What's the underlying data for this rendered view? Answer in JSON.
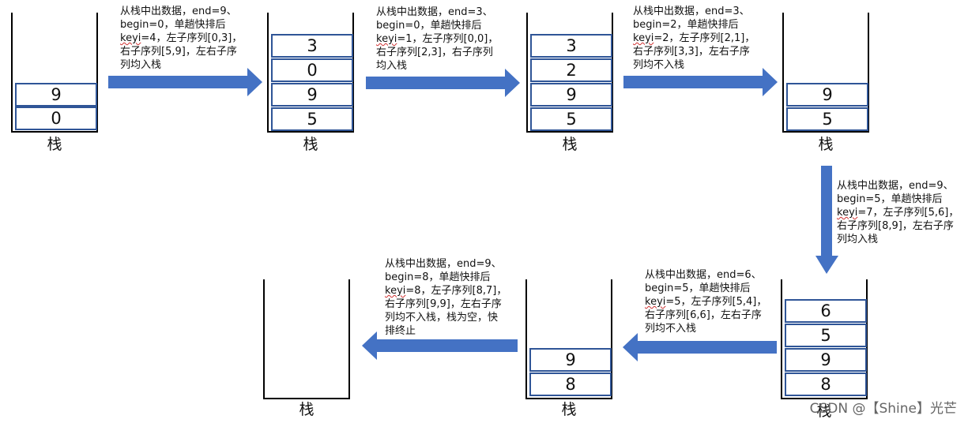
{
  "stack_label": "栈",
  "stacks": {
    "s1": {
      "items": [
        "9",
        "0"
      ]
    },
    "s2": {
      "items": [
        "3",
        "0",
        "9",
        "5"
      ]
    },
    "s3": {
      "items": [
        "3",
        "2",
        "9",
        "5"
      ]
    },
    "s4": {
      "items": [
        "9",
        "5"
      ]
    },
    "s5": {
      "items": [
        "6",
        "5",
        "9",
        "8"
      ]
    },
    "s6": {
      "items": [
        "9",
        "8"
      ]
    },
    "s7": {
      "items": []
    }
  },
  "notes": {
    "n1": {
      "l1": "从栈中出数据，end=9、",
      "l2": "begin=0，单趟快排后",
      "k": "keyi",
      "l3": "=4，左子序列[0,3]，",
      "l4": "右子序列[5,9]，左右子序",
      "l5": "列均入栈"
    },
    "n2": {
      "l1": "从栈中出数据，end=3、",
      "l2": "begin=0，单趟快排后",
      "k": "keyi",
      "l3": "=1，左子序列[0,0]，",
      "l4": "右子序列[2,3]，右子序列",
      "l5": "均入栈"
    },
    "n3": {
      "l1": "从栈中出数据，end=3、",
      "l2": "begin=2，单趟快排后",
      "k": "keyi",
      "l3": "=2，左子序列[2,1]，",
      "l4": "右子序列[3,3]，左右子序",
      "l5": "列均不入栈"
    },
    "n4": {
      "l1": "从栈中出数据，end=9、",
      "l2": "begin=5，单趟快排后",
      "k": "keyi",
      "l3": "=7，左子序列[5,6]，",
      "l4": "右子序列[8,9]，左右子序",
      "l5": "列均入栈"
    },
    "n5": {
      "l1": "从栈中出数据，end=6、",
      "l2": "begin=5，单趟快排后",
      "k": "keyi",
      "l3": "=5，左子序列[5,4]，",
      "l4": "右子序列[6,6]，左右子序",
      "l5": "列均不入栈"
    },
    "n6": {
      "l1": "从栈中出数据，end=9、",
      "l2": "begin=8，单趟快排后",
      "k": "keyi",
      "l3": "=8，左子序列[8,7]，",
      "l4": "右子序列[9,9]，左右子序",
      "l5": "列均不入栈，栈为空，快",
      "l6": "排终止"
    }
  },
  "watermark": "CSDN @【Shine】光芒",
  "colors": {
    "arrow": "#4472c4",
    "cell_border": "#2f5597"
  }
}
